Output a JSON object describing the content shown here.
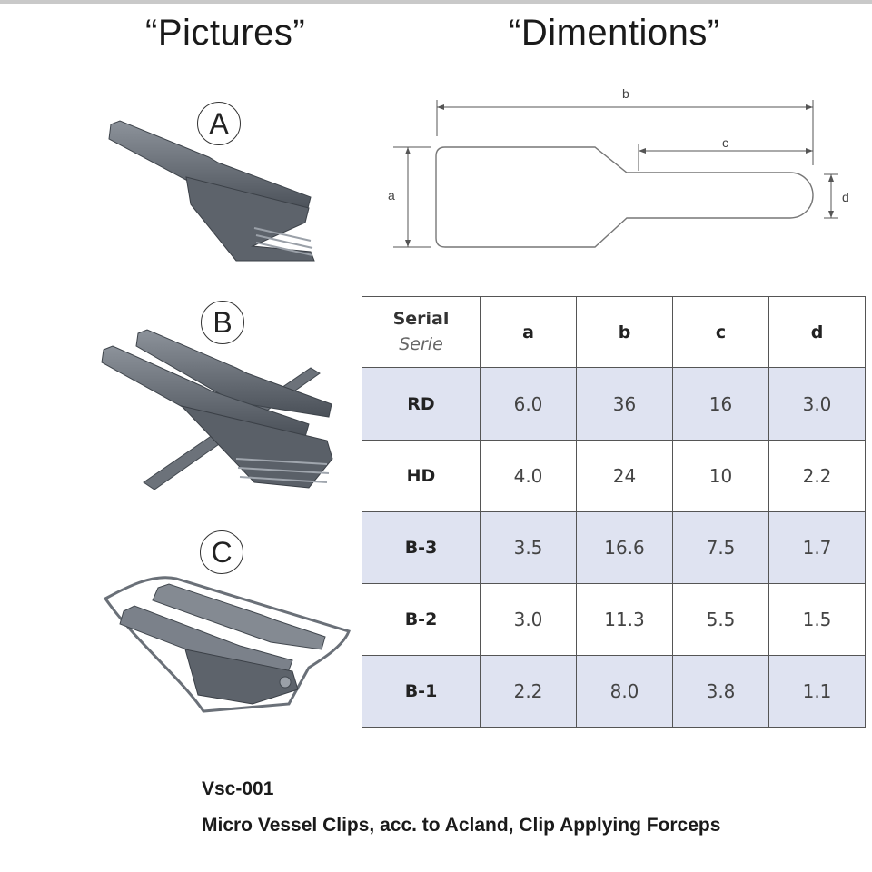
{
  "headings": {
    "pictures": "“Pictures”",
    "dimensions": "“Dimentions”"
  },
  "pictures": [
    {
      "badge": "A",
      "icon": "single-vessel-clip-icon"
    },
    {
      "badge": "B",
      "icon": "double-vessel-clip-icon"
    },
    {
      "badge": "C",
      "icon": "clip-applying-frame-icon"
    }
  ],
  "diagram": {
    "labels": {
      "a": "a",
      "b": "b",
      "c": "c",
      "d": "d"
    },
    "icon": "clip-dimension-outline"
  },
  "table": {
    "serial_header": "Serial",
    "serial_subheader": "Serie",
    "columns": [
      "a",
      "b",
      "c",
      "d"
    ],
    "rows": [
      {
        "serial": "RD",
        "values": [
          "6.0",
          "36",
          "16",
          "3.0"
        ]
      },
      {
        "serial": "HD",
        "values": [
          "4.0",
          "24",
          "10",
          "2.2"
        ]
      },
      {
        "serial": "B-3",
        "values": [
          "3.5",
          "16.6",
          "7.5",
          "1.7"
        ]
      },
      {
        "serial": "B-2",
        "values": [
          "3.0",
          "11.3",
          "5.5",
          "1.5"
        ]
      },
      {
        "serial": "B-1",
        "values": [
          "2.2",
          "8.0",
          "3.8",
          "1.1"
        ]
      }
    ],
    "shade_color": "#dfe3f1"
  },
  "product": {
    "code": "Vsc-001",
    "description": "Micro Vessel Clips, acc. to Acland, Clip Applying Forceps"
  }
}
